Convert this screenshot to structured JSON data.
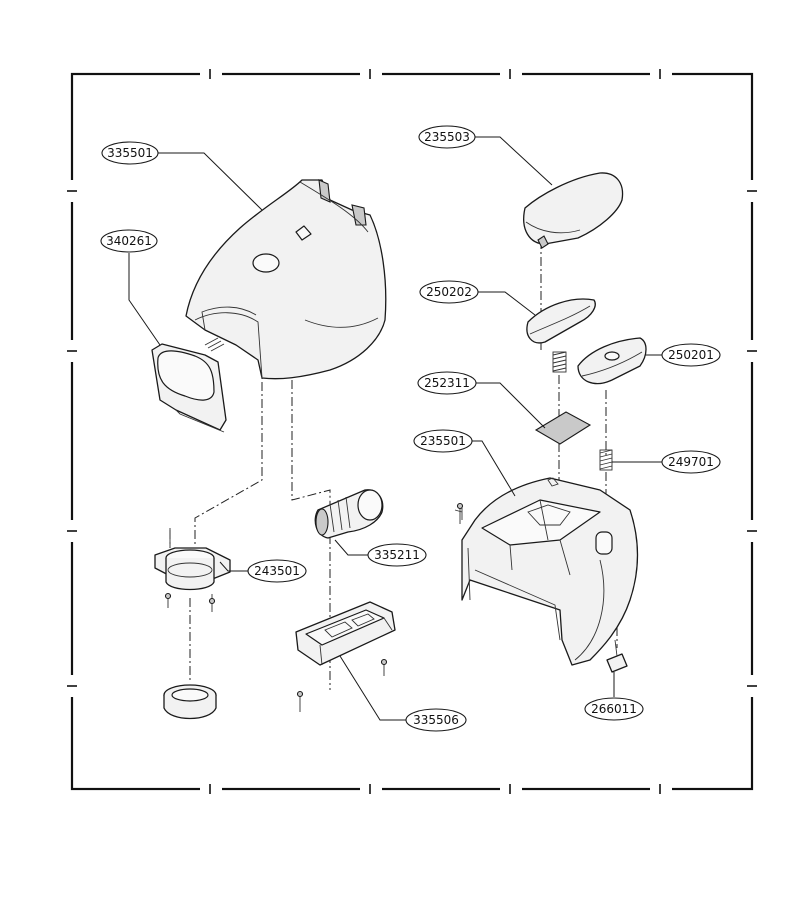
{
  "callouts": {
    "c335501": "335501",
    "c340261": "340261",
    "c243501": "243501",
    "c335211": "335211",
    "c335506": "335506",
    "c235503": "235503",
    "c250202": "250202",
    "c250201": "250201",
    "c252311": "252311",
    "c235501": "235501",
    "c249701": "249701",
    "c266011": "266011"
  }
}
